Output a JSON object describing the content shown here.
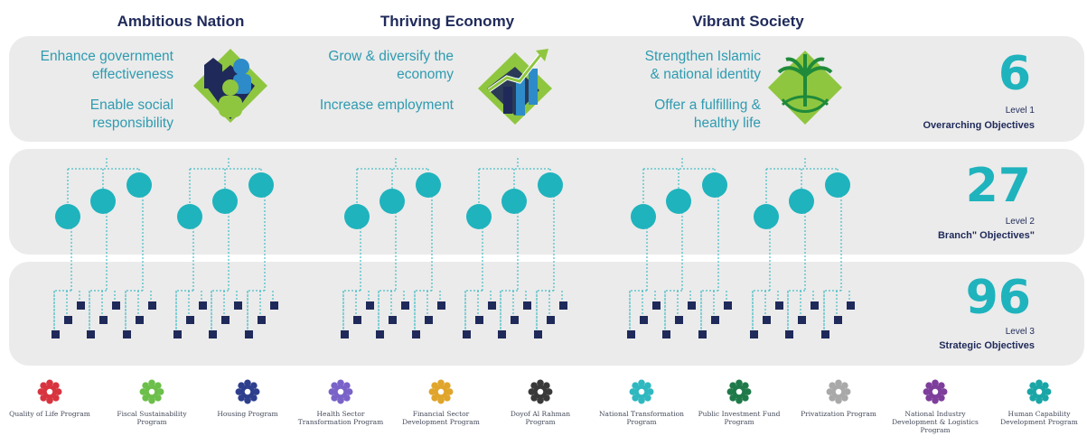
{
  "pillars": [
    {
      "title": "Ambitious Nation",
      "objectives": [
        "Enhance government effectiveness",
        "Enable social responsibility"
      ]
    },
    {
      "title": "Thriving Economy",
      "objectives": [
        "Grow & diversify the economy",
        "Increase employment"
      ]
    },
    {
      "title": "Vibrant Society",
      "objectives": [
        "Strengthen Islamic & national identity",
        "Offer a fulfilling & healthy life"
      ]
    }
  ],
  "levels": [
    {
      "number": "6",
      "level": "Level 1",
      "name": "Overarching Objectives"
    },
    {
      "number": "27",
      "level": "Level 2",
      "name": "Branch\" Objectives\""
    },
    {
      "number": "96",
      "level": "Level 3",
      "name": "Strategic Objectives"
    }
  ],
  "programs": [
    {
      "label": "Quality of Life Program",
      "color": "#d8343f"
    },
    {
      "label": "Fiscal Sustainability Program",
      "color": "#6cbf4a"
    },
    {
      "label": "Housing Program",
      "color": "#2e3f8e"
    },
    {
      "label": "Health Sector Transformation Program",
      "color": "#7a63c8"
    },
    {
      "label": "Financial Sector Development Program",
      "color": "#e0a52b"
    },
    {
      "label": "Doyof Al Rahman Program",
      "color": "#3a3a3a"
    },
    {
      "label": "National Transformation Program",
      "color": "#2fb8c0"
    },
    {
      "label": "Public Investment Fund Program",
      "color": "#1f7a4a"
    },
    {
      "label": "Privatization Program",
      "color": "#a9a9a9"
    },
    {
      "label": "National Industry Development & Logistics Program",
      "color": "#7e3e9c"
    },
    {
      "label": "Human Capability Development Program",
      "color": "#1aa6a6"
    }
  ],
  "colors": {
    "navy": "#1f2a5a",
    "teal": "#1fb3bd",
    "band": "#ebebeb"
  },
  "icons": [
    "people-icon",
    "growth-chart-icon",
    "palm-swords-icon"
  ]
}
